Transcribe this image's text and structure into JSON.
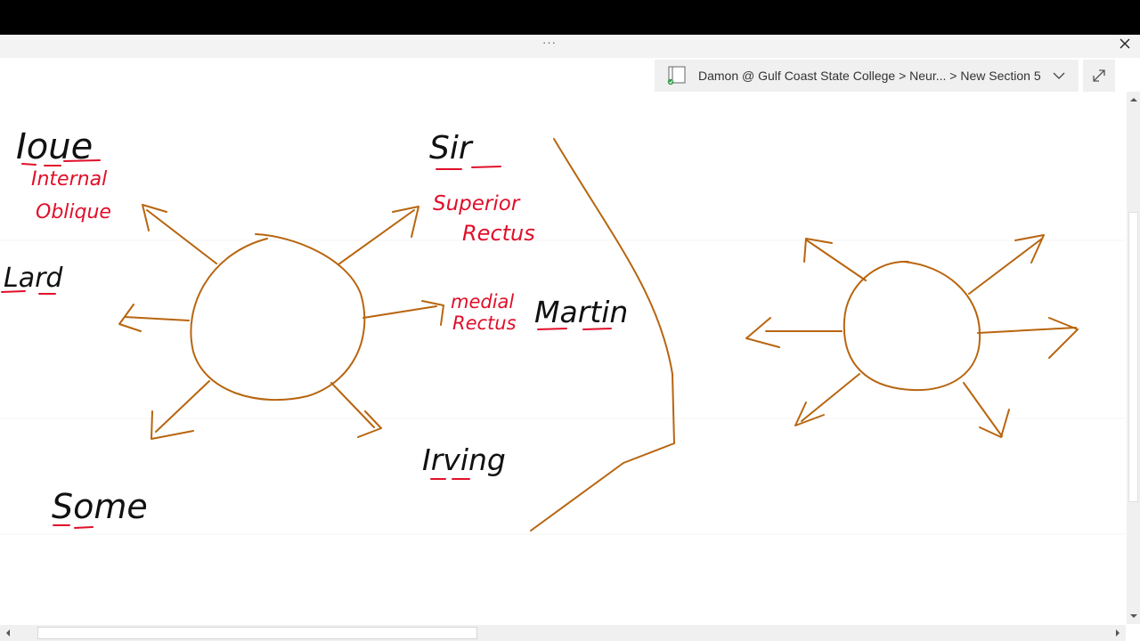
{
  "window": {
    "more_glyph": "···",
    "close_icon": "close-icon"
  },
  "notebook_bar": {
    "breadcrumb": "Damon @ Gulf Coast State College > Neur... > New Section 5",
    "icon": "notebook-icon",
    "chevron": "chevron-down-icon"
  },
  "expand_icon": "expand-icon",
  "colors": {
    "ink_black": "#111111",
    "ink_red": "#e0102a",
    "ink_orange": "#b8650f",
    "title_bar": "#f3f3f3",
    "notebook_bar_bg": "#f0f0f0"
  },
  "ink_notes": {
    "black": {
      "ioue": "Ioue",
      "sir": "Sir",
      "lard": "Lard",
      "martin": "Martin",
      "irving": "Irving",
      "some": "Some"
    },
    "red": {
      "internal": "Internal",
      "oblique": "Oblique",
      "superior": "Superior",
      "rectus_1": "Rectus",
      "medial": "medial",
      "rectus_2": "Rectus"
    }
  }
}
